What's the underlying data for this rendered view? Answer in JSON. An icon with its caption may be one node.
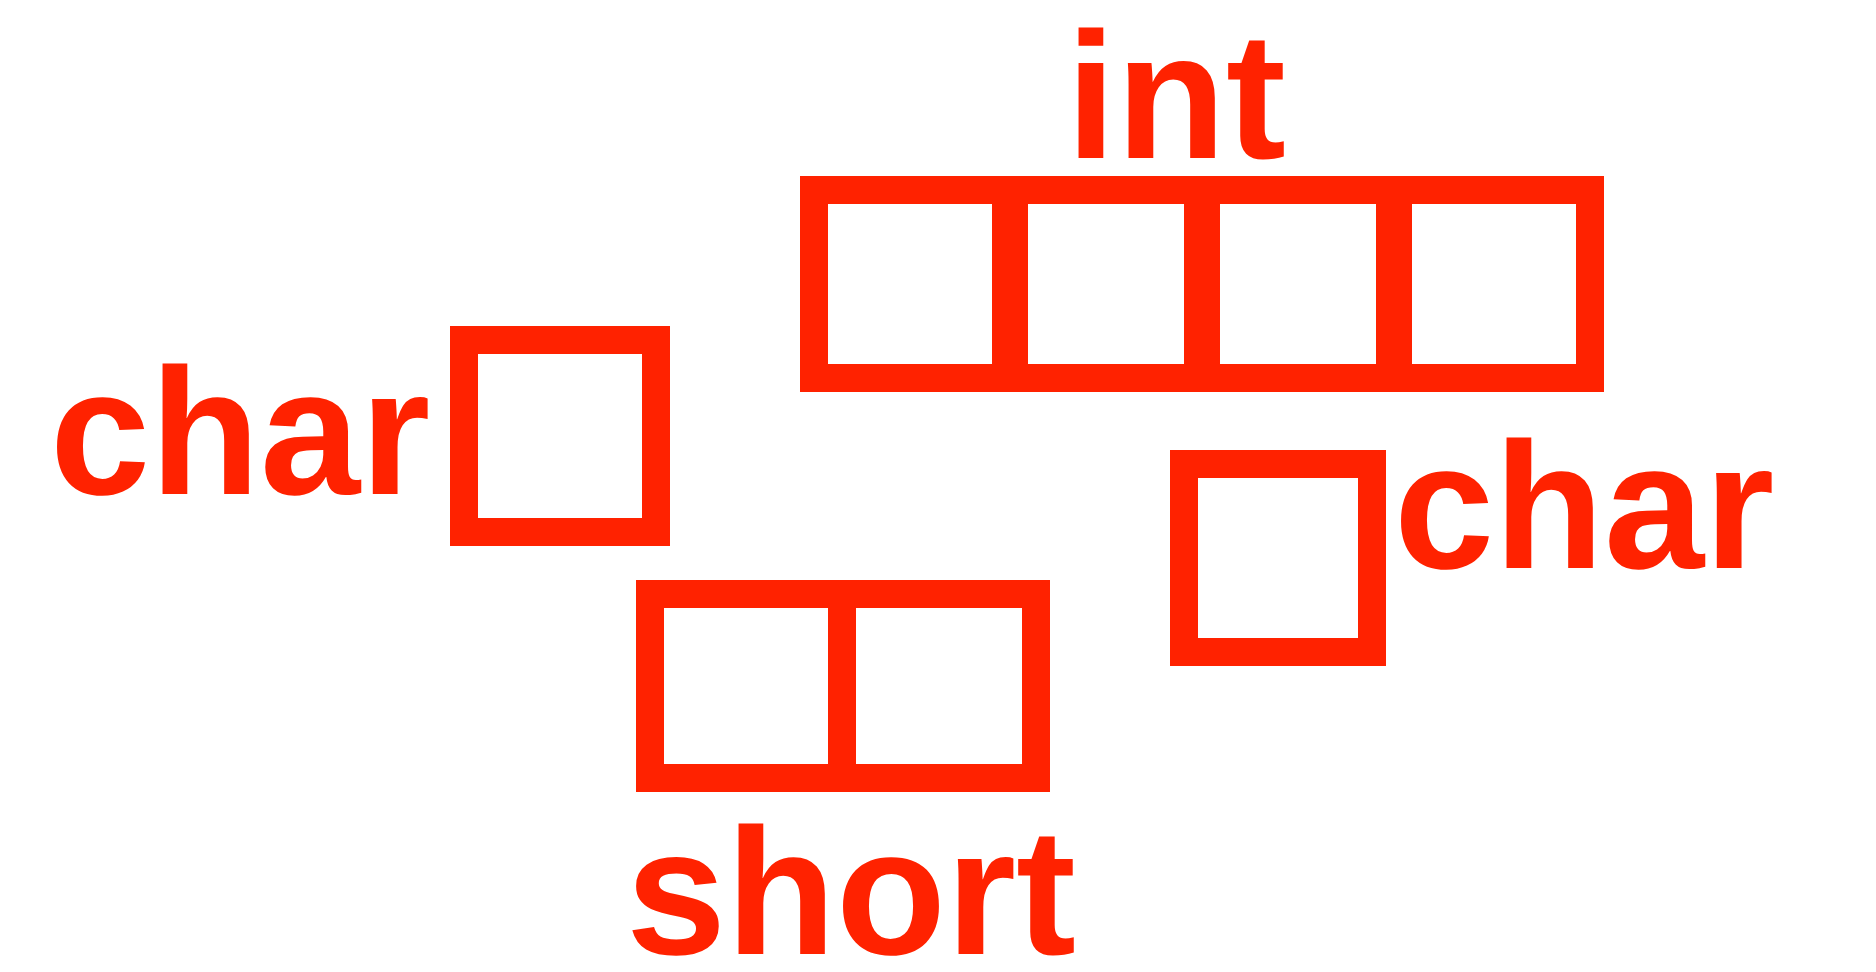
{
  "diagram": {
    "nodes": [
      {
        "text": [
          "int"
        ]
      },
      {
        "text": [],
        "shape": "box",
        "in": 0
      },
      {
        "text": [],
        "shape": "box",
        "in": 0
      },
      {
        "text": [],
        "shape": "box",
        "in": 0
      },
      {
        "text": [],
        "shape": "box",
        "in": 0
      },
      {
        "text": [
          "char"
        ]
      },
      {
        "text": [],
        "shape": "box",
        "in": 5
      },
      {
        "text": [
          "char"
        ]
      },
      {
        "text": [],
        "shape": "box",
        "in": 7
      },
      {
        "text": [
          "short"
        ]
      },
      {
        "text": [],
        "shape": "box",
        "in": 9
      },
      {
        "text": [],
        "shape": "box",
        "in": 9
      }
    ]
  }
}
